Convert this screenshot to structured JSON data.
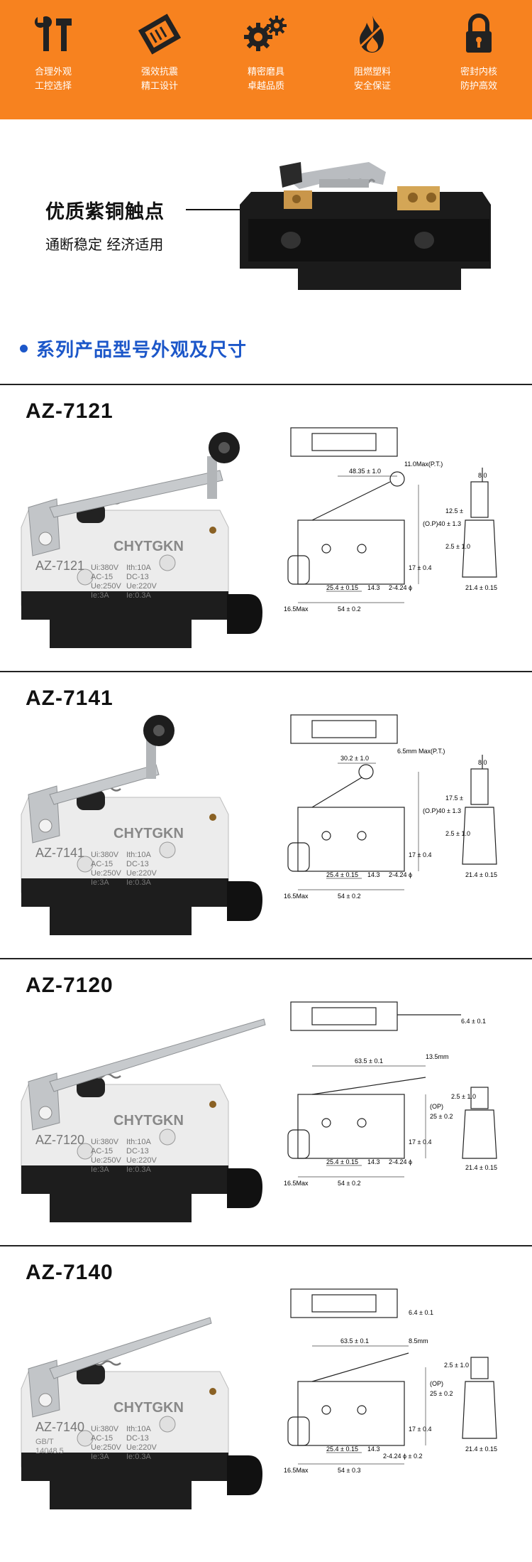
{
  "banner": {
    "bg_color": "#f7821f",
    "features": [
      {
        "icon": "tools-icon",
        "line1": "合理外观",
        "line2": "工控选择"
      },
      {
        "icon": "shock-frame-icon",
        "line1": "强效抗震",
        "line2": "精工设计"
      },
      {
        "icon": "gears-icon",
        "line1": "精密磨具",
        "line2": "卓越品质"
      },
      {
        "icon": "flame-icon",
        "line1": "阻燃塑料",
        "line2": "安全保证"
      },
      {
        "icon": "padlock-icon",
        "line1": "密封内核",
        "line2": "防护高效"
      }
    ]
  },
  "contact": {
    "title": "优质紫铜触点",
    "subtitle": "通断稳定 经济适用"
  },
  "section_heading": {
    "text": "系列产品型号外观及尺寸",
    "color": "#1c57c9"
  },
  "products": [
    {
      "model": "AZ-7121",
      "brand": "CHYTGKN",
      "specs": [
        "Ui:380V",
        "Ith:10A",
        "AC-15",
        "DC-13",
        "Ue:250V",
        "Ue:220V",
        "Ie:3A",
        "Ie:0.3A"
      ],
      "dims": [
        "11.0Max(P.T.)",
        "48.35 ± 1.0",
        "8.0",
        "12.5 ±",
        "(O.P)40 ± 1.3",
        "2.5 ± 1.0",
        "17 ± 0.4",
        "25.4 ± 0.15",
        "14.3",
        "2-4.24 ϕ",
        "54 ± 0.2",
        "16.5Max",
        "21.4 ± 0.15"
      ]
    },
    {
      "model": "AZ-7141",
      "brand": "CHYTGKN",
      "specs": [
        "Ui:380V",
        "Ith:10A",
        "AC-15",
        "DC-13",
        "Ue:250V",
        "Ue:220V",
        "Ie:3A",
        "Ie:0.3A"
      ],
      "dims": [
        "6.5mm Max(P.T.)",
        "30.2 ± 1.0",
        "8.0",
        "17.5 ±",
        "(O.P)40 ± 1.3",
        "2.5 ± 1.0",
        "17 ± 0.4",
        "25.4 ± 0.15",
        "14.3",
        "2-4.24 ϕ",
        "54 ± 0.2",
        "16.5Max",
        "21.4 ± 0.15"
      ]
    },
    {
      "model": "AZ-7120",
      "brand": "CHYTGKN",
      "specs": [
        "Ui:380V",
        "Ith:10A",
        "AC-15",
        "DC-13",
        "Ue:250V",
        "Ue:220V",
        "Ie:3A",
        "Ie:0.3A"
      ],
      "dims": [
        "6.4 ± 0.1",
        "63.5 ± 0.1",
        "13.5mm",
        "(OP)",
        "25 ± 0.2",
        "2.5 ± 1.0",
        "17 ± 0.4",
        "25.4 ± 0.15",
        "14.3",
        "2-4.24 ϕ",
        "54 ± 0.2",
        "16.5Max",
        "21.4 ± 0.15"
      ]
    },
    {
      "model": "AZ-7140",
      "brand": "CHYTGKN",
      "cert": "GB/T",
      "standard": "14048.5",
      "specs": [
        "Ui:380V",
        "Ith:10A",
        "AC-15",
        "DC-13",
        "Ue:250V",
        "Ue:220V",
        "Ie:3A",
        "Ie:0.3A"
      ],
      "dims": [
        "6.4 ± 0.1",
        "63.5 ± 0.1",
        "8.5mm",
        "(OP)",
        "25 ± 0.2",
        "2.5 ± 1.0",
        "17 ± 0.4",
        "25.4 ± 0.15",
        "14.3",
        "2-4.24 ϕ ± 0.2",
        "54 ± 0.3",
        "16.5Max",
        "21.4 ± 0.15"
      ]
    }
  ]
}
